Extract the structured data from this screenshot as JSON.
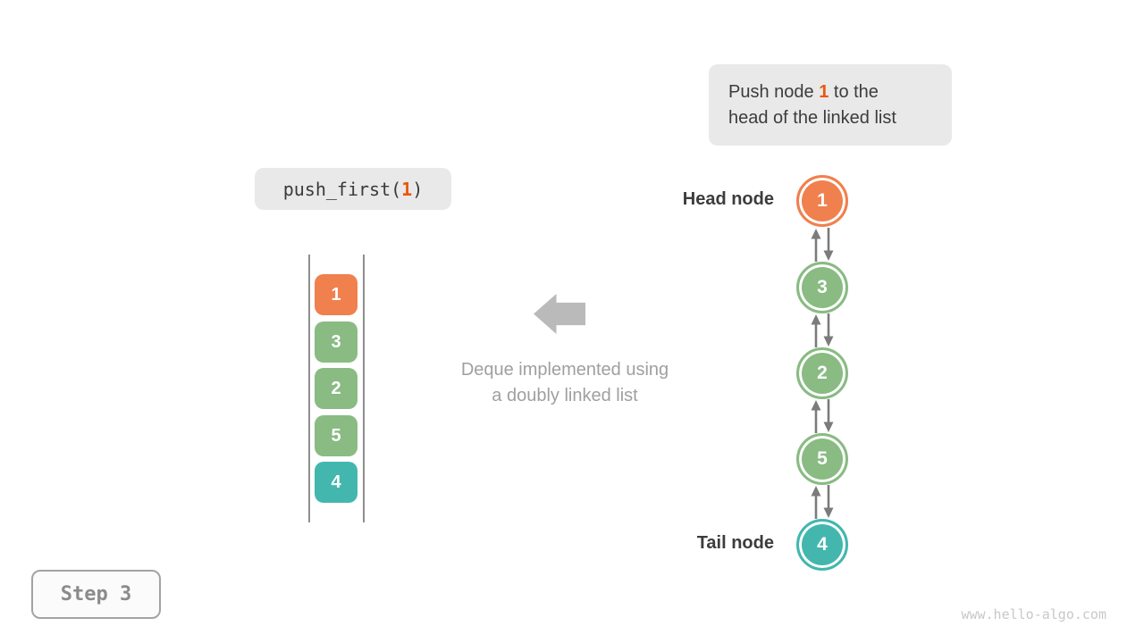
{
  "palette": {
    "node_orange": "#f0804e",
    "node_green": "#89bb83",
    "node_teal": "#43b7ae",
    "emphasis_orange": "#e8580c",
    "connector_gray": "#7b7b7b",
    "block_arrow_gray": "#bababa",
    "caption_gray": "#9f9f9f",
    "box_bg": "#e9e9e9",
    "text_dark": "#3c3c3c"
  },
  "instruction": {
    "line1_before": "Push node ",
    "line1_highlight": "1",
    "line1_after": " to the",
    "line2": "head of the linked list"
  },
  "code": {
    "before": "push_first(",
    "arg": "1",
    "after": ")"
  },
  "stack": {
    "items": [
      {
        "value": "1",
        "color": "#f0804e"
      },
      {
        "value": "3",
        "color": "#89bb83"
      },
      {
        "value": "2",
        "color": "#89bb83"
      },
      {
        "value": "5",
        "color": "#89bb83"
      },
      {
        "value": "4",
        "color": "#43b7ae"
      }
    ]
  },
  "caption": {
    "line1": "Deque implemented using",
    "line2": "a doubly linked list"
  },
  "linked_list": {
    "head_label": "Head node",
    "tail_label": "Tail node",
    "nodes": [
      {
        "value": "1",
        "color": "#f0804e"
      },
      {
        "value": "3",
        "color": "#89bb83"
      },
      {
        "value": "2",
        "color": "#89bb83"
      },
      {
        "value": "5",
        "color": "#89bb83"
      },
      {
        "value": "4",
        "color": "#43b7ae"
      }
    ]
  },
  "step": {
    "label": "Step 3"
  },
  "watermark": {
    "text": "www.hello-algo.com"
  }
}
